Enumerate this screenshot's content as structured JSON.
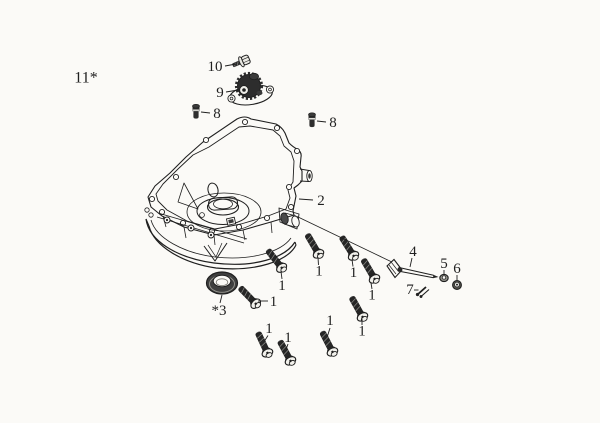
{
  "diagram": {
    "background": "#fbfaf7",
    "ink": "#1f1f1f",
    "callouts": {
      "part11": "11*",
      "part10": "10",
      "part9": "9",
      "part8_left": "8",
      "part8_right": "8",
      "part2": "2",
      "part3": "*3",
      "part4": "4",
      "part5": "5",
      "part6": "6",
      "part7": "7",
      "bolts": [
        "1",
        "1",
        "1",
        "1",
        "1",
        "1",
        "1",
        "1",
        "1"
      ]
    }
  }
}
